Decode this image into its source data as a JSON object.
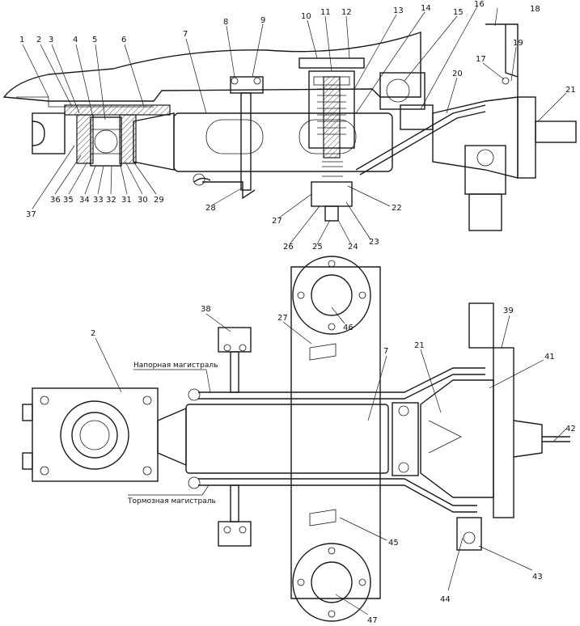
{
  "callouts_top": [
    "1",
    "2",
    "3",
    "4",
    "5",
    "6",
    "7",
    "8",
    "9",
    "10",
    "11",
    "12",
    "13",
    "14",
    "15",
    "16",
    "17",
    "18",
    "19",
    "20",
    "21",
    "22",
    "23",
    "24",
    "25",
    "26",
    "27",
    "28",
    "29",
    "30",
    "31",
    "32",
    "33",
    "34",
    "35",
    "36",
    "37"
  ],
  "callouts_bottom": [
    "2",
    "7",
    "21",
    "27",
    "38",
    "39",
    "41",
    "42",
    "43",
    "44",
    "45",
    "46",
    "47"
  ],
  "labels": {
    "pressure_line": "Напорная магистраль",
    "brake_line": "Тормозная магистраль"
  }
}
